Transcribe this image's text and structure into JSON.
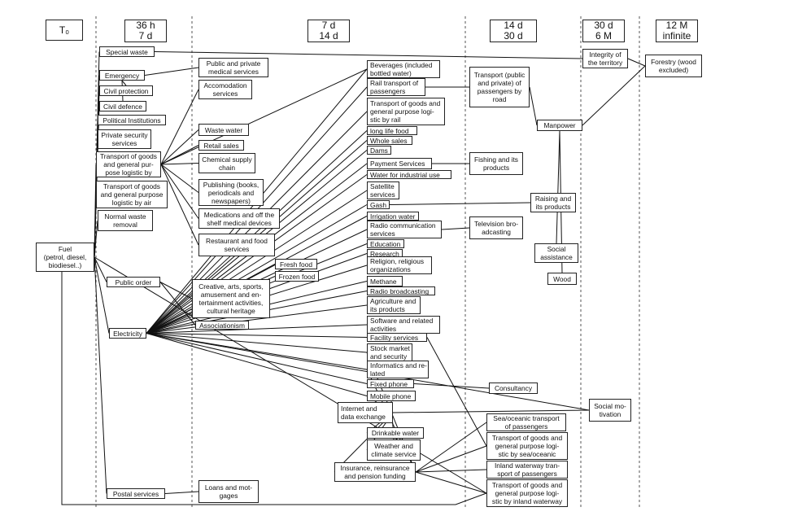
{
  "columns": [
    {
      "id": "t0",
      "label": "T₀"
    },
    {
      "id": "c1",
      "label": "36 h\n7 d"
    },
    {
      "id": "c2",
      "label": "7 d\n14 d"
    },
    {
      "id": "c3",
      "label": "14 d\n30 d"
    },
    {
      "id": "c4",
      "label": "30 d\n6 M"
    },
    {
      "id": "c5",
      "label": "12 M\ninfinite"
    }
  ],
  "nodes": {
    "fuel": "Fuel\n(petrol, diesel,\nbiodiesel..)",
    "special_waste": "Special waste",
    "emergency": "Emergency",
    "civil_protection": "Civil protection",
    "civil_defence": "Civil defence",
    "political_institutions": "Political Institutions",
    "private_security": "Private security\nservices",
    "transport_goods_road": "Transport of goods\nand general pur-\npose logistic by",
    "transport_goods_air": "Transport of goods\nand general purpose\nlogistic by air",
    "normal_waste": "Normal waste\nremoval",
    "public_order": "Public order",
    "electricity": "Electricity",
    "postal_services": "Postal services",
    "public_medical": "Public and private\nmedical services",
    "accomodation": "Accomodation\nservices",
    "waste_water": "Waste water",
    "retail_sales": "Retail sales",
    "chemical_supply": "Chemical supply\nchain",
    "publishing": "Publishing (books,\nperiodicals and\nnewspapers)",
    "medications": "Medications and off the\nshelf medical devices",
    "restaurant": "Restaurant and food\nservices",
    "creative_arts": "Creative, arts, sports,\namusement and en-\ntertainment activities,\ncultural heritage",
    "associationism": "Associationism",
    "loans": "Loans and mot-\ngages",
    "fresh_food": "Fresh food",
    "frozen_food": "Frozen food",
    "beverages": "Beverages (included\nbottled water)",
    "rail_passengers": "Rail transport of\npassengers",
    "rail_goods": "Transport of goods and\ngeneral purpose logi-\nstic by rail",
    "long_life_food": "long life food",
    "whole_sales": "Whole sales",
    "dams": "Dams",
    "payment_services": "Payment Services",
    "water_industrial": "Water for industrial use",
    "satellite": "Satellite\nservices",
    "gash": "Gash",
    "irrigation_water": "Irrigation water",
    "radio_comm": "Radio communication\nservices",
    "education": "Education",
    "research": "Research",
    "religion": "Religion, religious\norganizations",
    "methane": "Methane",
    "radio_broadcasting": "Radio broadcasting",
    "agriculture": "Agriculture and\nits products",
    "software": "Software and related\nactivities",
    "facility_services": "Facility services",
    "stock_market": "Stock market\nand security",
    "informatics": "Informatics and re-\nlated",
    "fixed_phone": "Fixed phone",
    "mobile_phone": "Mobile phone",
    "internet": "Internet and\ndata exchange",
    "drinkable_water": "Drinkable water",
    "weather": "Weather and\nclimate service",
    "insurance": "Insurance, reinsurance\nand pension funding",
    "transport_passengers_road": "Transport (public\nand private) of\npassengers by\nroad",
    "fishing": "Fishing and its\nproducts",
    "raising": "Raising and\nits products",
    "television": "Television bro-\nadcasting",
    "consultancy": "Consultancy",
    "sea_passengers": "Sea/oceanic transport\nof passengers",
    "sea_goods": "Transport of goods and\ngeneral purpose logi-\nstic by sea/oceanic",
    "inland_passengers": "Inland waterway tran-\nsport of passengers",
    "inland_goods": "Transport of goods and\ngeneral purpose logi-\nstic by inland waterway",
    "integrity_territory": "Integrity of\nthe territory",
    "manpower": "Manpower",
    "social_assistance": "Social\nassistance",
    "wood": "Wood",
    "social_motivation": "Social mo-\ntivation",
    "forestry": "Forestry (wood\nexcluded)"
  },
  "links": [
    [
      "fuel",
      "special_waste"
    ],
    [
      "fuel",
      "emergency"
    ],
    [
      "fuel",
      "civil_protection"
    ],
    [
      "fuel",
      "civil_defence"
    ],
    [
      "fuel",
      "political_institutions"
    ],
    [
      "fuel",
      "private_security"
    ],
    [
      "fuel",
      "transport_goods_road"
    ],
    [
      "fuel",
      "transport_goods_air"
    ],
    [
      "fuel",
      "normal_waste"
    ],
    [
      "fuel",
      "public_order"
    ],
    [
      "fuel",
      "electricity"
    ],
    [
      "fuel",
      "postal_services"
    ],
    [
      "fuel",
      "inland_goods"
    ],
    [
      "special_waste",
      "integrity_territory"
    ],
    [
      "emergency",
      "public_medical"
    ],
    [
      "emergency",
      "civil_protection"
    ],
    [
      "emergency",
      "civil_defence"
    ],
    [
      "transport_goods_road",
      "accomodation"
    ],
    [
      "transport_goods_road",
      "waste_water"
    ],
    [
      "transport_goods_road",
      "retail_sales"
    ],
    [
      "transport_goods_road",
      "chemical_supply"
    ],
    [
      "transport_goods_road",
      "publishing"
    ],
    [
      "transport_goods_road",
      "medications"
    ],
    [
      "transport_goods_road",
      "restaurant"
    ],
    [
      "transport_goods_road",
      "beverages"
    ],
    [
      "public_order",
      "creative_arts"
    ],
    [
      "public_order",
      "associationism"
    ],
    [
      "postal_services",
      "loans"
    ],
    [
      "electricity",
      "beverages"
    ],
    [
      "electricity",
      "rail_passengers"
    ],
    [
      "electricity",
      "rail_goods"
    ],
    [
      "electricity",
      "long_life_food"
    ],
    [
      "electricity",
      "whole_sales"
    ],
    [
      "electricity",
      "dams"
    ],
    [
      "electricity",
      "payment_services"
    ],
    [
      "electricity",
      "water_industrial"
    ],
    [
      "electricity",
      "satellite"
    ],
    [
      "electricity",
      "gash"
    ],
    [
      "electricity",
      "irrigation_water"
    ],
    [
      "electricity",
      "radio_comm"
    ],
    [
      "electricity",
      "education"
    ],
    [
      "electricity",
      "research"
    ],
    [
      "electricity",
      "religion"
    ],
    [
      "electricity",
      "methane"
    ],
    [
      "electricity",
      "radio_broadcasting"
    ],
    [
      "electricity",
      "agriculture"
    ],
    [
      "electricity",
      "software"
    ],
    [
      "electricity",
      "facility_services"
    ],
    [
      "electricity",
      "stock_market"
    ],
    [
      "electricity",
      "informatics"
    ],
    [
      "electricity",
      "fixed_phone"
    ],
    [
      "electricity",
      "mobile_phone"
    ],
    [
      "electricity",
      "fresh_food"
    ],
    [
      "electricity",
      "frozen_food"
    ],
    [
      "electricity",
      "social_motivation"
    ],
    [
      "rail_passengers",
      "transport_passengers_road"
    ],
    [
      "transport_passengers_road",
      "manpower"
    ],
    [
      "manpower",
      "forestry"
    ],
    [
      "integrity_territory",
      "forestry"
    ],
    [
      "payment_services",
      "fishing"
    ],
    [
      "gash",
      "raising"
    ],
    [
      "radio_comm",
      "television"
    ],
    [
      "fixed_phone",
      "consultancy"
    ],
    [
      "manpower",
      "social_assistance"
    ],
    [
      "manpower",
      "wood"
    ],
    [
      "internet",
      "social_motivation"
    ],
    [
      "internet",
      "drinkable_water"
    ],
    [
      "internet",
      "weather"
    ],
    [
      "internet",
      "insurance"
    ],
    [
      "insurance",
      "sea_passengers"
    ],
    [
      "insurance",
      "sea_goods"
    ],
    [
      "insurance",
      "inland_passengers"
    ],
    [
      "insurance",
      "inland_goods"
    ],
    [
      "facility_services",
      "sea_goods"
    ],
    [
      "stock_market",
      "insurance"
    ],
    [
      "informatics",
      "insurance"
    ],
    [
      "mobile_phone",
      "weather"
    ],
    [
      "mobile_phone",
      "internet"
    ]
  ]
}
